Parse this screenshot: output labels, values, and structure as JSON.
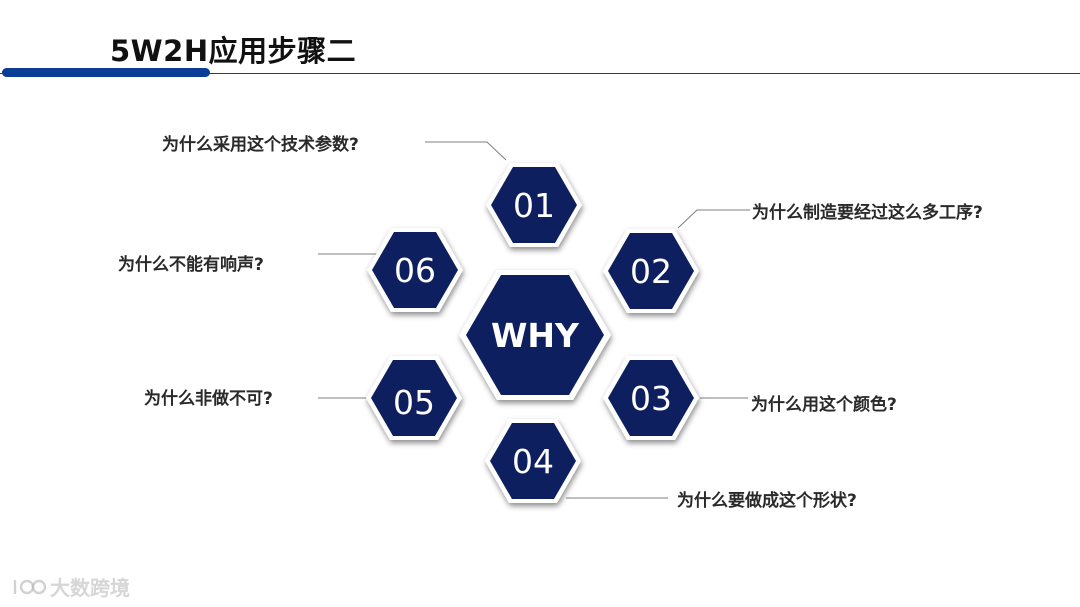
{
  "slide": {
    "title": "5W2H应用步骤二"
  },
  "diagram": {
    "center_label": "WHY",
    "hexagons": [
      {
        "number": "01",
        "question": "为什么采用这个技术参数?"
      },
      {
        "number": "02",
        "question": "为什么制造要经过这么多工序?"
      },
      {
        "number": "03",
        "question": "为什么用这个颜色?"
      },
      {
        "number": "04",
        "question": "为什么要做成这个形状?"
      },
      {
        "number": "05",
        "question": "为什么非做不可?"
      },
      {
        "number": "06",
        "question": "为什么不能有响声?"
      }
    ]
  },
  "watermark": {
    "text": "大数跨境"
  },
  "colors": {
    "hex_fill": "#0d1f5e",
    "accent_bar": "#0b3c96",
    "connector": "#7f7f7f"
  }
}
